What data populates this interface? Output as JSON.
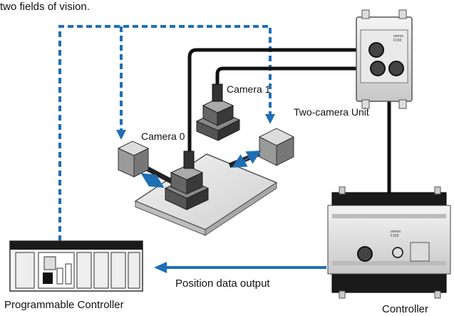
{
  "caption": "two fields of vision.",
  "labels": {
    "camera_1": "Camera 1",
    "camera_0": "Camera 0",
    "two_camera_unit": "Two-camera Unit",
    "position_data_output": "Position data output",
    "programmable_controller": "Programmable Controller",
    "controller": "Controller"
  },
  "device_marks": {
    "unit_brand": "omron",
    "unit_model": "F150",
    "controller_brand": "omron",
    "controller_model": "F150"
  },
  "colors": {
    "signal_dashed": "#1f6fb5",
    "cable": "#111111",
    "arrow_output": "#1f6fb5"
  }
}
